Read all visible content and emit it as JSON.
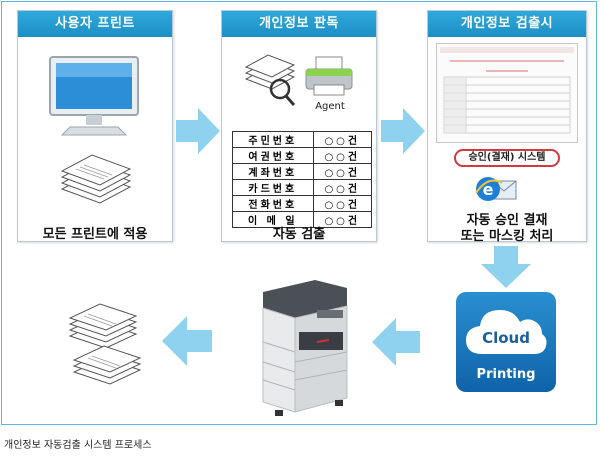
{
  "panels": {
    "user_print": {
      "title": "사용자 프린트",
      "caption": "모든 프린트에 적용"
    },
    "detect": {
      "title": "개인정보 판독",
      "agent_label": "Agent",
      "caption": "자동 검출",
      "rows": [
        {
          "label": "주민번호",
          "value": "○○건"
        },
        {
          "label": "여권번호",
          "value": "○○건"
        },
        {
          "label": "계좌번호",
          "value": "○○건"
        },
        {
          "label": "카드번호",
          "value": "○○건"
        },
        {
          "label": "전화번호",
          "value": "○○건"
        },
        {
          "label": "이 메 일",
          "value": "○○건"
        }
      ]
    },
    "verify": {
      "title": "개인정보 검출시",
      "approval_label": "승인(결재) 시스템",
      "caption_line1": "자동 승인 결재",
      "caption_line2": "또는 마스킹 처리"
    }
  },
  "cloud": {
    "line1": "Cloud",
    "line2": "Printing"
  },
  "footer": "개인정보 자동검출 시스템 프로세스",
  "colors": {
    "header": "#1d8fc4",
    "arrow": "#6cc3ea",
    "frame": "#5bb8e3",
    "approval_border": "#d23b3b"
  },
  "icons": [
    "monitor-icon",
    "document-stack-icon",
    "scanner-icon",
    "printer-icon",
    "mail-browser-icon",
    "multifunction-printer-icon"
  ]
}
